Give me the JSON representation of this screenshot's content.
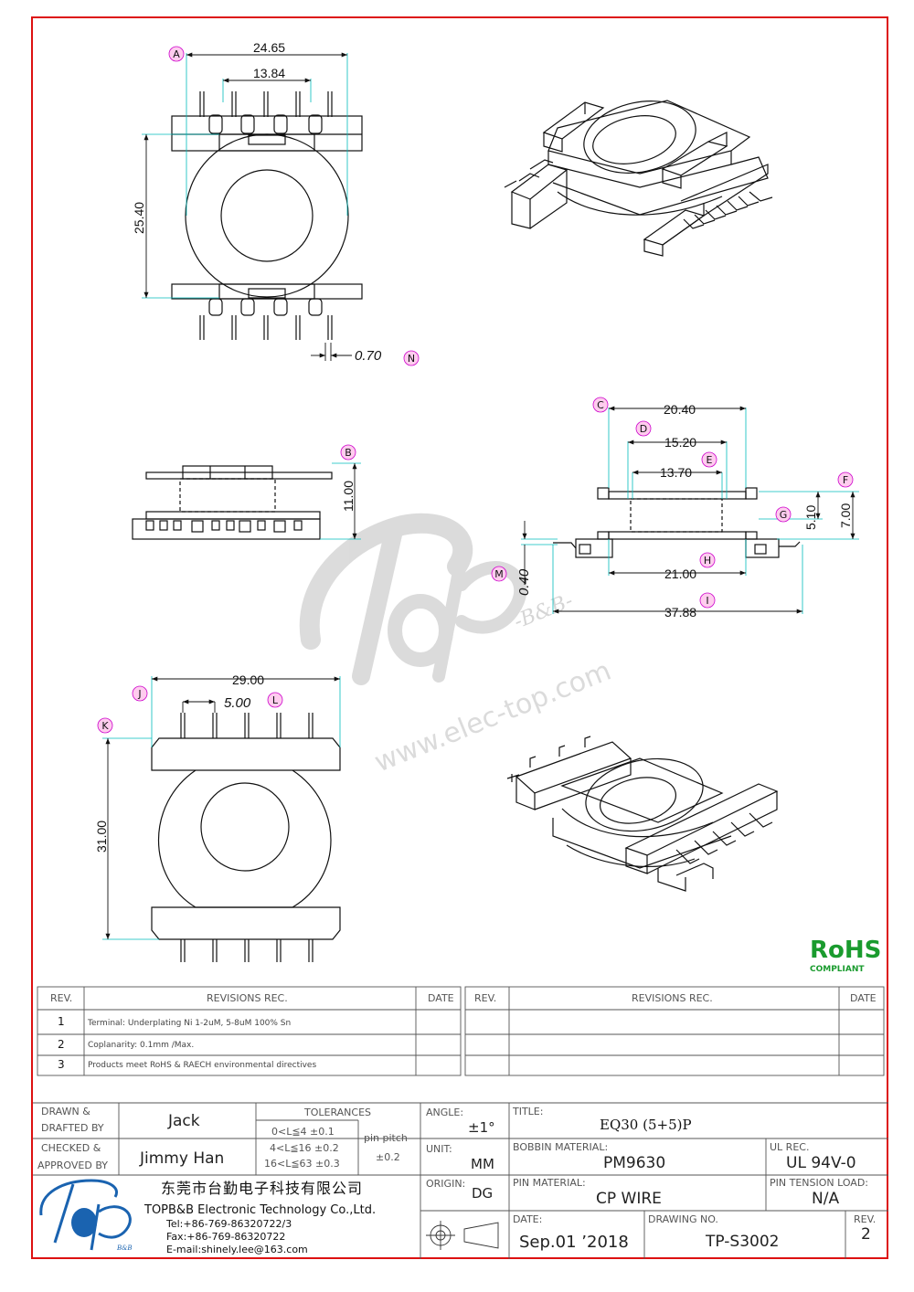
{
  "dims": {
    "a_width": "24.65",
    "a_inner": "13.84",
    "a_height": "25.40",
    "n_pin": "0.70",
    "c_width": "20.40",
    "d_width": "15.20",
    "e_width": "13.70",
    "f_dim": "7.00",
    "g_dim": "5.10",
    "h_width": "21.00",
    "i_width": "37.88",
    "m_dim": "0.40",
    "b_height": "11.00",
    "j_width": "29.00",
    "l_pitch": "5.00",
    "k_height": "31.00"
  },
  "callouts": [
    "A",
    "B",
    "C",
    "D",
    "E",
    "F",
    "G",
    "H",
    "I",
    "J",
    "K",
    "L",
    "M",
    "N"
  ],
  "watermark": {
    "text": "www.elec-top.com",
    "mark": "-B&B-"
  },
  "rohs": {
    "main": "RoHS",
    "sub": "COMPLIANT"
  },
  "revisions": {
    "headers": {
      "rev": "REV.",
      "rec": "REVISIONS   REC.",
      "date": "DATE"
    },
    "rows": [
      {
        "rev": "1",
        "text": "Terminal: Underplating Ni 1-2uM, 5-8uM 100% Sn"
      },
      {
        "rev": "2",
        "text": "Coplanarity: 0.1mm /Max."
      },
      {
        "rev": "3",
        "text": "Products meet RoHS & RAECH environmental directives"
      }
    ]
  },
  "title_block": {
    "drawn_label1": "DRAWN &",
    "drawn_label2": "DRAFTED BY",
    "drawn_by": "Jack",
    "checked_label1": "CHECKED &",
    "checked_label2": "APPROVED BY",
    "approved_by": "Jimmy Han",
    "tolerances_label": "TOLERANCES",
    "tol1": "0<L≦4   ±0.1",
    "tol2": "4<L≦16  ±0.2",
    "tol3": "16<L≦63  ±0.3",
    "pitch_label": "pin pitch",
    "pitch_tol": "±0.2",
    "angle_label": "ANGLE:",
    "angle": "±1°",
    "unit_label": "UNIT:",
    "unit": "MM",
    "origin_label": "ORIGIN:",
    "origin": "DG",
    "title_label": "TITLE:",
    "title": "EQ30  (5+5)P",
    "bobbin_label": "BOBBIN MATERIAL:",
    "bobbin": "PM9630",
    "ul_label": "UL REC.",
    "ul": "UL 94V-0",
    "pin_mat_label": "PIN MATERIAL:",
    "pin_mat": "CP WIRE",
    "tension_label": "PIN TENSION LOAD:",
    "tension": "N/A",
    "date_label": "DATE:",
    "date": "Sep.01  ’2018",
    "drawing_label": "DRAWING NO.",
    "drawing": "TP-S3002",
    "rev_label": "REV.",
    "rev": "2",
    "company_cn": "东莞市台勤电子科技有限公司",
    "company_en": "TOPB&B Electronic Technology Co.,Ltd.",
    "tel": "Tel:+86-769-86320722/3",
    "fax": "Fax:+86-769-86320722",
    "email": "E-mail:shinely.lee@163.com",
    "logo_mark": "B&B"
  }
}
